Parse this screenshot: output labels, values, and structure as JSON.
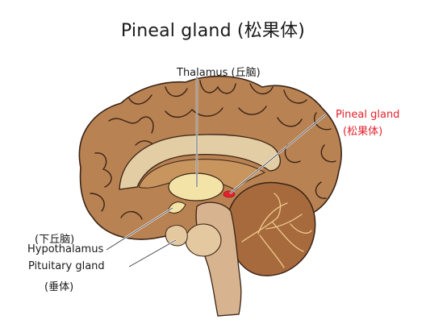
{
  "title": "Pineal gland (松果体)",
  "labels": {
    "thalamus": "Thalamus (丘脑)",
    "pineal_en": "Pineal gland",
    "pineal_cn": "(松果体)",
    "hypothalamus_cn": "(下丘脑)",
    "hypothalamus_en": "Hypothalamus",
    "pituitary_en": "Pituitary gland",
    "pituitary_cn": "(垂体)"
  },
  "colors": {
    "cortex": "#b98253",
    "cortex_outline": "#3a2416",
    "white_matter": "#e3cda4",
    "thalamus": "#f3e3a6",
    "cerebellum": "#a66a3d",
    "brainstem": "#d7b48f",
    "pineal": "#e3212a",
    "label_text": "#1a1a1a",
    "leader_line": "#444444"
  }
}
